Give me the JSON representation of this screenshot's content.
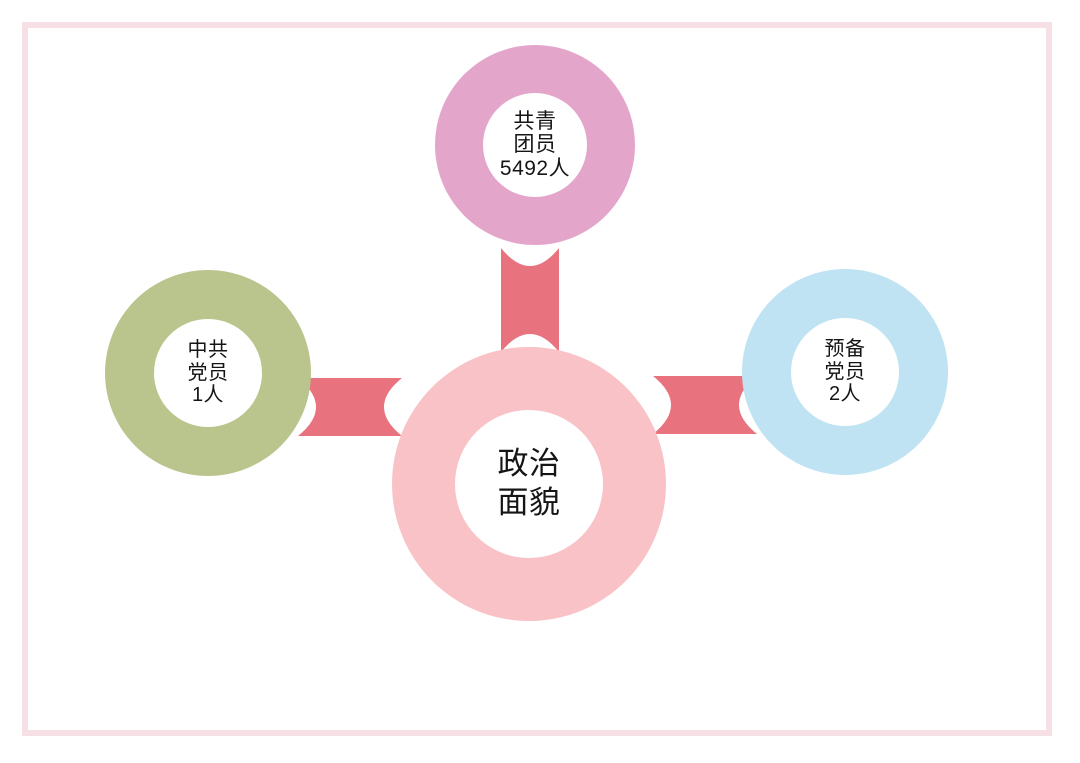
{
  "diagram": {
    "title": "政治面貌",
    "frame_color": "#f7dfe6",
    "background_color": "#ffffff",
    "connector_color": "#e8737f",
    "center": {
      "id": "center",
      "name": "政治面貌",
      "lines": [
        "政治",
        "面貌"
      ],
      "ring_color": "#f9c2c6",
      "hole_color": "#ffffff"
    },
    "branches": [
      {
        "id": "top",
        "category": "共青团员",
        "count": "5492人",
        "count_value": 5492,
        "lines": [
          "共青",
          "团员",
          "5492人"
        ],
        "ring_color": "#e4a5ca",
        "hole_color": "#ffffff",
        "position": "top"
      },
      {
        "id": "left",
        "category": "中共党员",
        "count": "1人",
        "count_value": 1,
        "lines": [
          "中共",
          "党员",
          "1人"
        ],
        "ring_color": "#b9c58c",
        "hole_color": "#ffffff",
        "position": "left"
      },
      {
        "id": "right",
        "category": "预备党员",
        "count": "2人",
        "count_value": 2,
        "lines": [
          "预备",
          "党员",
          "2人"
        ],
        "ring_color": "#c0e3f3",
        "hole_color": "#ffffff",
        "position": "right"
      }
    ],
    "connectors": [
      {
        "id": "conn-top",
        "from": "center",
        "to": "top",
        "orientation": "vertical"
      },
      {
        "id": "conn-left",
        "from": "center",
        "to": "left",
        "orientation": "horizontal"
      },
      {
        "id": "conn-right",
        "from": "center",
        "to": "right",
        "orientation": "horizontal"
      }
    ]
  }
}
